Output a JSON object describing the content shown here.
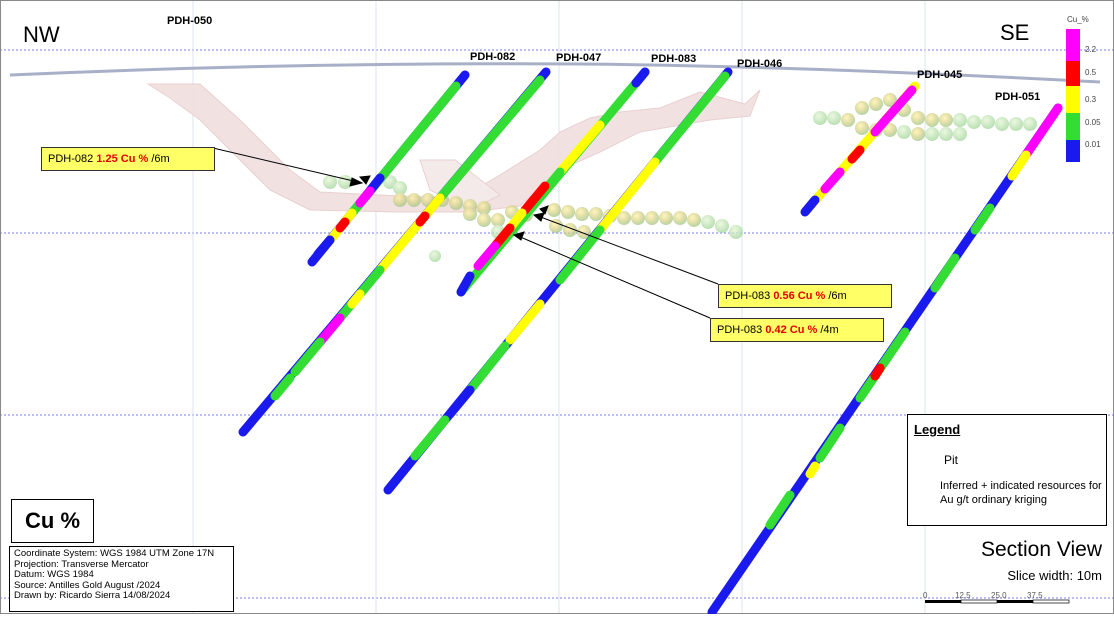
{
  "directions": {
    "left": "NW",
    "right": "SE"
  },
  "drillholes": [
    {
      "id": "PDH-050"
    },
    {
      "id": "PDH-082"
    },
    {
      "id": "PDH-047"
    },
    {
      "id": "PDH-083"
    },
    {
      "id": "PDH-046"
    },
    {
      "id": "PDH-045"
    },
    {
      "id": "PDH-051"
    }
  ],
  "callouts": [
    {
      "hole": "PDH-082",
      "value": "1.25 Cu %",
      "length": "/6m"
    },
    {
      "hole": "PDH-083",
      "value": "0.56 Cu %",
      "length": "/6m"
    },
    {
      "hole": "PDH-083",
      "value": "0.42 Cu %",
      "length": "/4m"
    }
  ],
  "colorbar": {
    "title": "Cu_%",
    "labels": [
      "2.2",
      "0.5",
      "0.3",
      "0.05",
      "0.01"
    ],
    "colors": {
      "magenta": "#ff00ff",
      "red": "#ff0000",
      "yellow": "#ffff00",
      "green": "#33dd33",
      "blue": "#1a1aee"
    }
  },
  "legend": {
    "title": "Legend",
    "pit_label": "Pit",
    "resource_label": "Inferred + indicated resources for Au g/t ordinary kriging"
  },
  "main_label": "Cu %",
  "info": [
    "Coordinate System: WGS 1984 UTM Zone 17N",
    "Projection: Transverse Mercator",
    "Datum: WGS 1984",
    "Source: Antilles Gold  August /2024",
    "Drawn by: Ricardo Sierra 14/08/2024"
  ],
  "view_title": "Section View",
  "slice_width": "Slice width: 10m",
  "scale_labels": [
    "0",
    "12.5",
    "25.0",
    "37.5"
  ]
}
